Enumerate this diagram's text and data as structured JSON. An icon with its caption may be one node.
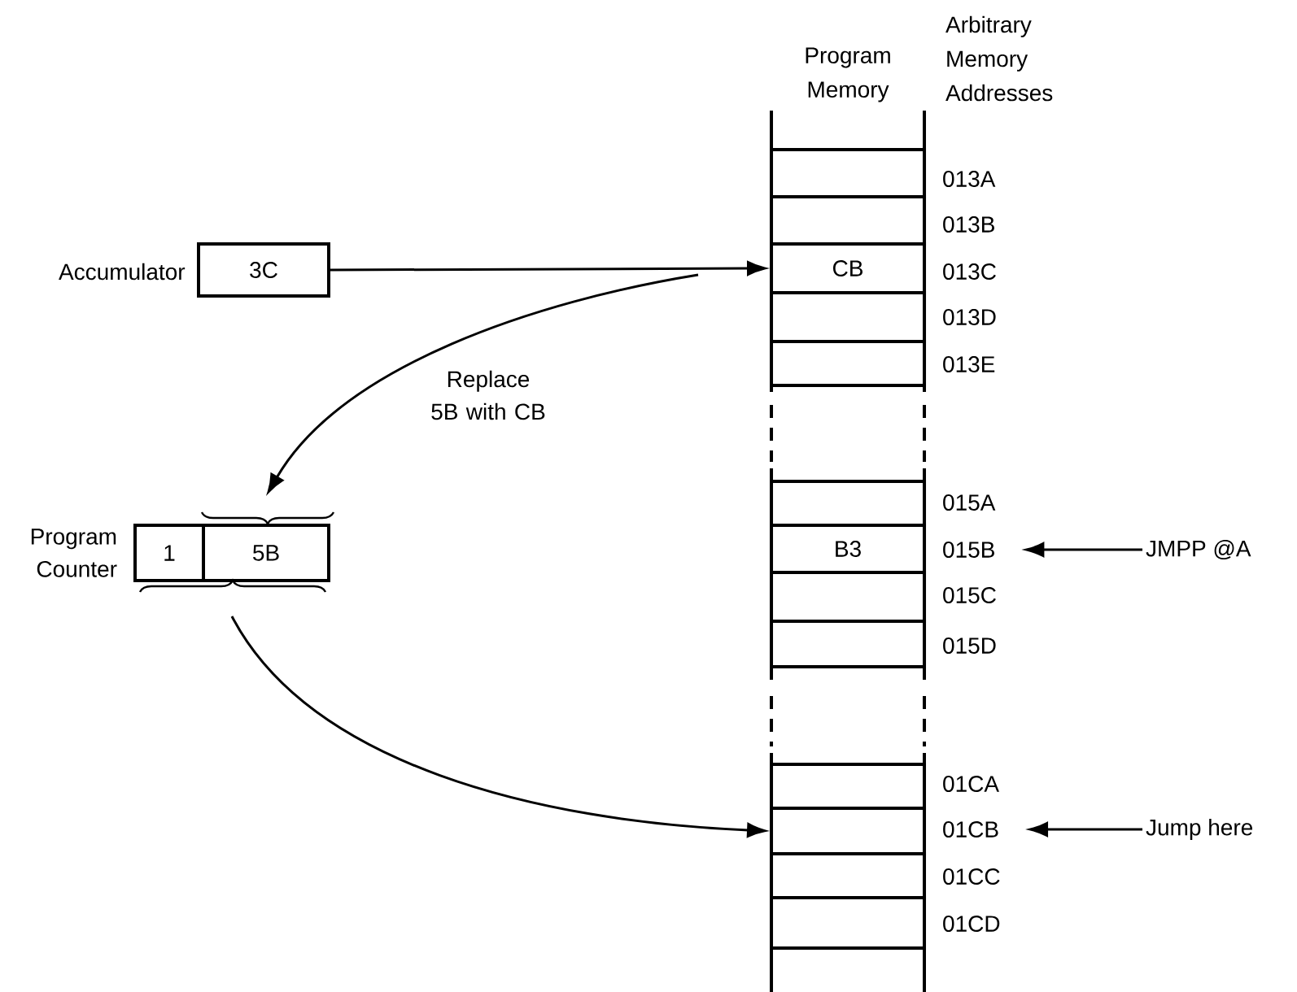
{
  "diagram": {
    "nodes": [
      {
        "text": [
          "Program Memory"
        ]
      },
      {
        "text": [],
        "shape": "box",
        "in": 0
      },
      {
        "text": [],
        "shape": "box",
        "in": 0
      },
      {
        "text": [
          "CB"
        ],
        "in": 0
      },
      {
        "text": [],
        "shape": "box",
        "in": 0
      },
      {
        "text": [],
        "shape": "box",
        "in": 0
      },
      {
        "text": [],
        "shape": "box",
        "in": 0
      },
      {
        "text": [
          "B3"
        ],
        "in": 0
      },
      {
        "text": [],
        "shape": "box",
        "in": 0
      },
      {
        "text": [],
        "shape": "box",
        "in": 0
      },
      {
        "text": [],
        "shape": "box",
        "in": 0
      },
      {
        "text": [],
        "shape": "box",
        "in": 0
      },
      {
        "text": [],
        "shape": "box",
        "in": 0
      },
      {
        "text": [],
        "shape": "box",
        "in": 0
      },
      {
        "text": [
          "3C"
        ],
        "beside": [
          "Accumulator"
        ]
      },
      {
        "text": [],
        "shape": "box",
        "beside": [
          "Program Counter"
        ]
      },
      {
        "text": [
          "1"
        ],
        "in": 15
      },
      {
        "text": [
          "5B"
        ],
        "in": 15
      },
      {
        "text": [
          "015B"
        ]
      },
      {
        "text": [
          "JMPP   @A"
        ]
      },
      {
        "text": [
          "01CB"
        ]
      },
      {
        "text": [
          "Jump here"
        ]
      }
    ],
    "edges": [
      {
        "from": 14,
        "to": 3,
        "arrow": "to"
      },
      {
        "from": 3,
        "to": 17,
        "arrow": "to",
        "label": "Replace 5B with CB"
      },
      {
        "from": 15,
        "to": 11,
        "arrow": "to"
      },
      {
        "from": 19,
        "to": 18,
        "arrow": "to"
      },
      {
        "from": 21,
        "to": 20,
        "arrow": "to"
      }
    ],
    "labels": [
      "Arbitrary Memory Addresses",
      "013A",
      "013B",
      "013C",
      "013D",
      "013E",
      "015A",
      "015C",
      "015D",
      "01CA",
      "01CC",
      "01CD"
    ]
  }
}
